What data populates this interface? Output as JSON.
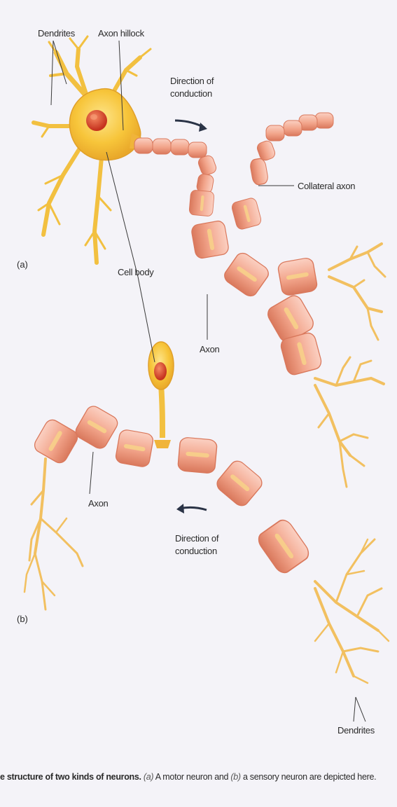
{
  "labels": {
    "dendrites_top": "Dendrites",
    "axon_hillock": "Axon hillock",
    "direction_a_line1": "Direction of",
    "direction_a_line2": "conduction",
    "collateral_axon": "Collateral axon",
    "panel_a": "(a)",
    "cell_body": "Cell body",
    "axon_a": "Axon",
    "axon_b": "Axon",
    "direction_b_line1": "Direction of",
    "direction_b_line2": "conduction",
    "panel_b": "(b)",
    "dendrites_bottom": "Dendrites"
  },
  "caption": {
    "bold": "e structure of two kinds of neurons.",
    "a_marker": "(a)",
    "text1": "A motor neuron and",
    "b_marker": "(b)",
    "text2": "a sensory neuron are depicted here."
  },
  "colors": {
    "background": "#f4f3f8",
    "cell_body": "#f7c53a",
    "nucleus": "#d9452e",
    "myelin": "#f2a48a",
    "myelin_dark": "#d9785c",
    "myelin_highlight": "#fbd0c2",
    "axon_core": "#f5c86a",
    "dendrite_terminal": "#f2c060",
    "label_text": "#2b2b2b"
  }
}
